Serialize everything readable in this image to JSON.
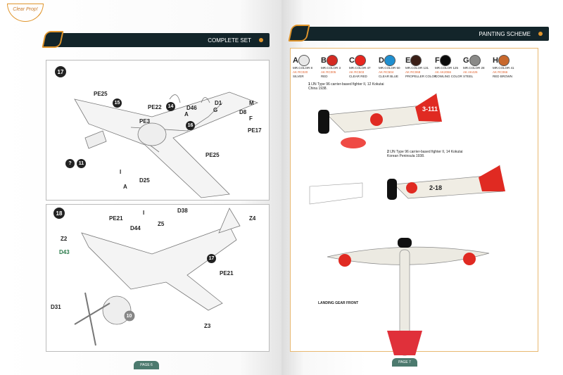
{
  "left_page": {
    "logo_text": "Clear Prop!",
    "header": "COMPLETE SET",
    "page": "PAGE 6",
    "step17": {
      "number": "17",
      "labels": [
        "PE25",
        "PE22",
        "PE3",
        "D46",
        "A",
        "D1",
        "G",
        "D8",
        "M",
        "F",
        "PE17",
        "PE25",
        "D25",
        "I",
        "A"
      ],
      "circles": [
        "15",
        "14",
        "16",
        "11"
      ],
      "question": "?"
    },
    "step18": {
      "number": "18",
      "labels": [
        "PE21",
        "I",
        "D38",
        "Z4",
        "D44",
        "Z5",
        "Z2",
        "D43",
        "PE21",
        "D31",
        "Z3"
      ],
      "circles": [
        "17",
        "10"
      ]
    }
  },
  "right_page": {
    "header": "PAINTING SCHEME",
    "page": "PAGE 7",
    "colors": [
      {
        "letter": "A",
        "mr": "MR.COLOR 8",
        "ak": "AK RC020",
        "name": "SILVER",
        "hex": "#e8e8e8"
      },
      {
        "letter": "B",
        "mr": "MR.COLOR 3",
        "ak": "AK RC005",
        "name": "RED",
        "hex": "#d42a22"
      },
      {
        "letter": "C",
        "mr": "MR.COLOR 47",
        "ak": "AK RC503",
        "name": "CLEAR RED",
        "hex": "#e8261f"
      },
      {
        "letter": "D",
        "mr": "MR.COLOR 50",
        "ak": "AK RC504",
        "name": "CLEAR BLUE",
        "hex": "#1f8fd0"
      },
      {
        "letter": "E",
        "mr": "MR.COLOR 131",
        "ak": "AK RC068",
        "name": "PROPELLER COLOR",
        "hex": "#3a1e16"
      },
      {
        "letter": "F",
        "mr": "MR.COLOR 125",
        "ak": "AK AK2066",
        "name": "COWLING COLOR",
        "hex": "#0a0a0a"
      },
      {
        "letter": "G",
        "mr": "MR.COLOR 28",
        "ak": "AK AK426",
        "name": "STEEL",
        "hex": "#8a8a88"
      },
      {
        "letter": "H",
        "mr": "MR.COLOR 41",
        "ak": "AK RC066",
        "name": "RED BROWN",
        "hex": "#c8682c"
      }
    ],
    "schemes": [
      {
        "number": "1",
        "caption": "IJN Type 96 carrier-based fighter II, 12 Kokutai",
        "sub": "China 1938.",
        "tail": "3-111"
      },
      {
        "number": "2",
        "caption": "IJN Type 96 carrier-based fighter II, 14 Kokutai",
        "sub": "Korean Peninsula 1938.",
        "tail": "2-18"
      }
    ],
    "landing_gear": "LANDING GEAR FRONT"
  }
}
